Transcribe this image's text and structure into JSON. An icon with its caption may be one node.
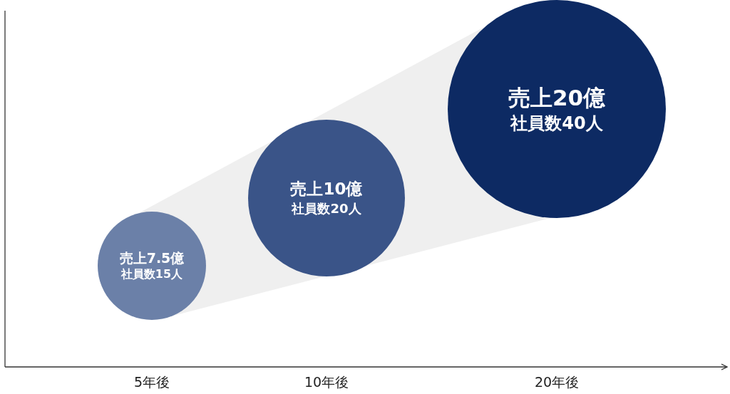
{
  "diagram": {
    "nodes": [
      {
        "text": [
          "売上7.5億",
          "社員数15人"
        ]
      },
      {
        "text": [
          "売上10億",
          "社員数20人"
        ]
      },
      {
        "text": [
          "売上20億",
          "社員数40人"
        ]
      }
    ],
    "labels": [
      "5年後",
      "10年後",
      "20年後"
    ]
  }
}
